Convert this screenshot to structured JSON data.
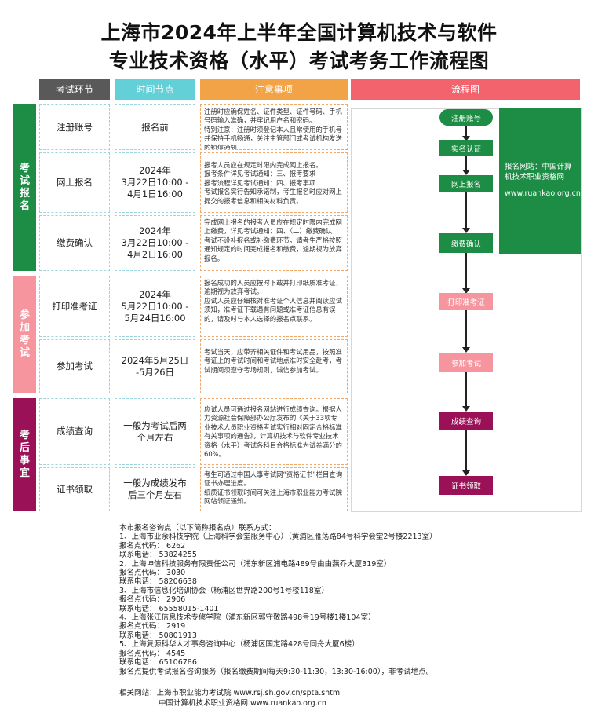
{
  "title": {
    "line1": "上海市2024年上半年全国计算机技术与软件",
    "line2": "专业技术资格（水平）考试考务工作流程图"
  },
  "headers": {
    "stage": "考试环节",
    "time": "时间节点",
    "notes": "注意事项",
    "flow": "流程图"
  },
  "stages": [
    {
      "label": "考试报名",
      "color": "#1d8d45"
    },
    {
      "label": "参加考试",
      "color": "#f6959d"
    },
    {
      "label": "考后事宜",
      "color": "#9a1157"
    }
  ],
  "rows": [
    {
      "name": "注册账号",
      "time": "报名前",
      "note": "注册时应确保姓名、证件类型、证件号码、手机号码输入准确，并牢记用户名和密码。\n特别注意：注册时须登记本人且常使用的手机号并保持手机畅通，关注主管部门或考试机构发送的短信通知"
    },
    {
      "name": "网上报名",
      "time": "2024年\n3月22日10:00 -\n4月1日16:00",
      "note": "报考人员应在规定时限内完成网上报名。\n报考条件详见考试通知：三、报考要求\n报考流程详见考试通知：四、报考事项\n考试报名实行告知承诺制，考生报名时应对网上提交的报考信息和相关材料负责。"
    },
    {
      "name": "缴费确认",
      "time": "2024年\n3月22日10:00 -\n4月2日16:00",
      "note": "完成网上报名的报考人员应在规定时限内完成网上缴费，详见考试通知：四、（二）缴费确认\n考试不设补报名或补缴费环节，请考生严格按照通知规定的时间完成报名和缴费，逾期视为放弃报名。"
    },
    {
      "name": "打印准考证",
      "time": "2024年\n5月22日10:00 -\n5月24日16:00",
      "note": "报名成功的人员应按时下载并打印纸质准考证，逾期视为放弃考试。\n应试人员应仔细核对准考证个人信息并阅读应试须知，准考证下载遇有问题或准考证信息有误的，请及时与本人选择的报名点联系。"
    },
    {
      "name": "参加考试",
      "time": "2024年5月25日\n-5月26日",
      "note": "考试当天，应带齐相关证件和考试用品，按照准考证上的考试时间和考试地点准时安全赴考，考试期间须遵守考场规则，诚信参加考试。"
    },
    {
      "name": "成绩查询",
      "time": "一般为考试后两\n个月左右",
      "note": "应试人员可通过报名网站进行成绩查询。根据人力资源社会保障部办公厅发布的《关于33项专业技术人员职业资格考试实行相对固定合格标准有关事项的通告》，计算机技术与软件专业技术资格（水平）考试各科目合格标准为试卷满分的60%。"
    },
    {
      "name": "证书领取",
      "time": "一般为成绩发布\n后三个月左右",
      "note": "考生可通过中国人事考试网“资格证书”栏目查询证书办理进度。\n纸质证书领取时间可关注上海市职业能力考试院网站领证通知。"
    }
  ],
  "flow": {
    "steps": [
      "注册账号",
      "实名认证",
      "网上报名",
      "缴费确认",
      "打印准考证",
      "参加考试",
      "成绩查询",
      "证书领取"
    ],
    "site_title": "报名网站：中国计算机技术职业资格网",
    "site_url": "www.ruankao.org.cn"
  },
  "footer": {
    "lines": [
      "本市报名咨询点（以下简称报名点）联系方式：",
      "1、上海市业余科技学院（上海科学会堂服务中心）（黄浦区雁荡路84号科学会堂2号楼2213室）",
      "报名点代码：  6262",
      "联系电话：  53824255",
      "2、上海坤信科技服务有限责任公司（浦东新区浦电路489号由由燕乔大厦319室）",
      "报名点代码：  3030",
      "联系电话：  58206638",
      "3、上海市信息化培训协会（杨浦区世界路200号1号楼118室）",
      "报名点代码：  2906",
      "联系电话：  65558015-1401",
      "4、上海张江信息技术专修学院（浦东新区郭守敬路498号19号楼1楼104室）",
      "报名点代码：  2919",
      "联系电话：  50801913",
      "5、上海复源科华人才事务咨询中心（杨浦区国定路428号同舟大厦6楼）",
      "报名点代码：  4545",
      "联系电话：  65106786",
      "报名点提供考试报名咨询服务（报名缴费期间每天9:30-11:30，13:30-16:00），非考试地点。"
    ],
    "related_1": "相关网站：上海市职业能力考试院 www.rsj.sh.gov.cn/spta.shtml",
    "related_2": "中国计算机技术职业资格网 www.ruankao.org.cn"
  },
  "colors": {
    "hdr_stage": "#595959",
    "hdr_time": "#62d0d6",
    "hdr_notes": "#f2a348",
    "hdr_flow": "#f2636e",
    "green": "#1d8d45",
    "pink": "#f6959d",
    "maroon": "#9a1157"
  }
}
